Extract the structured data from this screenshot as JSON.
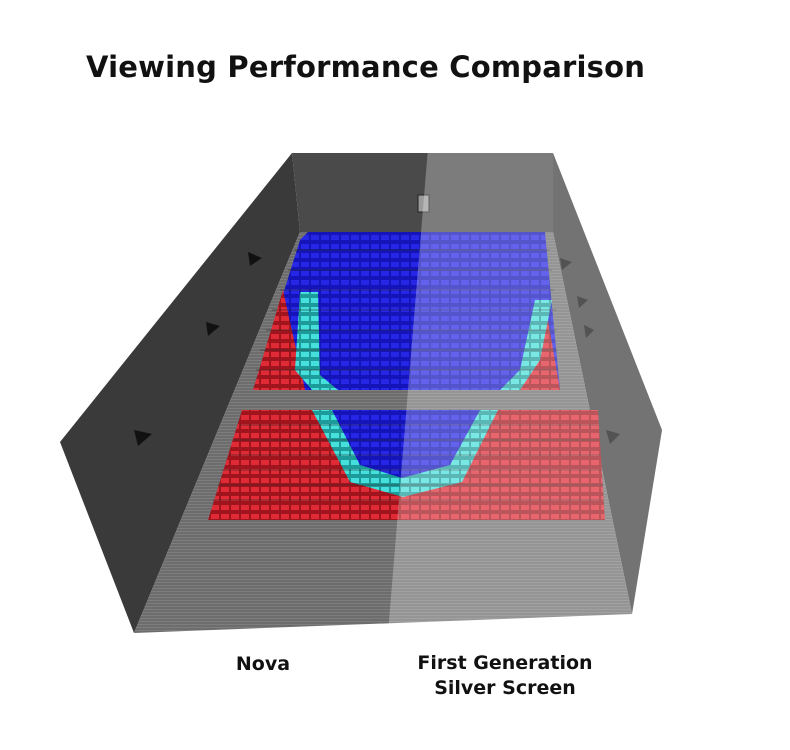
{
  "page": {
    "title": "Viewing Performance Comparison"
  },
  "labels": {
    "left": "Nova",
    "right_line1": "First Generation",
    "right_line2": "Silver Screen"
  },
  "colors": {
    "background": "#ffffff",
    "wall": "#3f3f3f",
    "floor": "#7a7a7a",
    "overlay_half": "rgba(255,255,255,0.30)",
    "zone_best": "#1a1ae0",
    "zone_good": "#35d3d0",
    "zone_poor": "#d9222e"
  },
  "icons": [
    "speaker-icon",
    "projector-icon"
  ]
}
